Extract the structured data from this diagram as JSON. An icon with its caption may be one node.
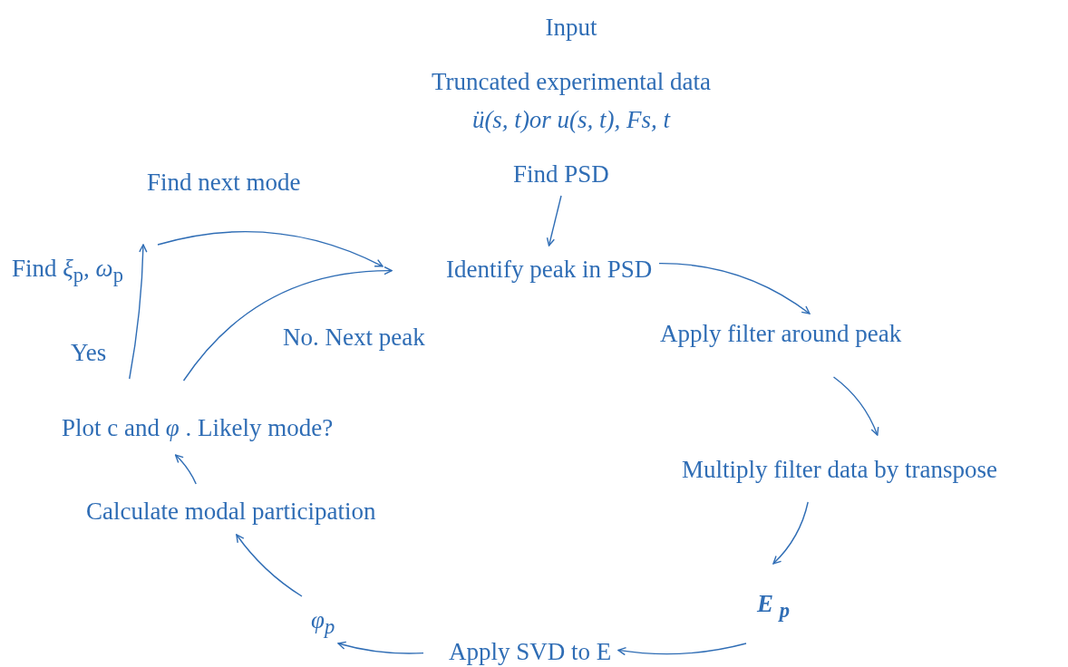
{
  "diagram": {
    "nodes": [
      {
        "text": [
          "Find PSD"
        ]
      },
      {
        "text": [
          "Identify peak in PSD"
        ]
      },
      {
        "text": [
          "Apply  filter around peak"
        ]
      },
      {
        "text": [
          "Multiply  filter data by transpose"
        ]
      },
      {
        "text": [
          "E $_{p}$"
        ]
      },
      {
        "text": [
          "Apply SVD  to E"
        ]
      },
      {
        "text": [
          "φ$_{p}$"
        ]
      },
      {
        "text": [
          "Calculate modal participation"
        ]
      },
      {
        "text": [
          "Plot c and *φ* . Likely mode?"
        ]
      },
      {
        "text": [
          "Find *ξ*$_{p}$, *ω*$_{p}$"
        ]
      }
    ],
    "edges": [
      {
        "from": 0,
        "to": 1,
        "arrow": "to"
      },
      {
        "from": 1,
        "to": 2,
        "arrow": "to"
      },
      {
        "from": 2,
        "to": 3,
        "arrow": "to"
      },
      {
        "from": 3,
        "to": 4,
        "arrow": "to"
      },
      {
        "from": 4,
        "to": 5,
        "arrow": "to"
      },
      {
        "from": 5,
        "to": 6,
        "arrow": "to"
      },
      {
        "from": 6,
        "to": 7,
        "arrow": "to"
      },
      {
        "from": 7,
        "to": 8,
        "arrow": "to"
      },
      {
        "from": 8,
        "to": 9,
        "arrow": "to",
        "label": "Yes"
      },
      {
        "from": 8,
        "to": 1,
        "arrow": "to",
        "label": "No. Next peak"
      },
      {
        "from": 9,
        "to": 1,
        "arrow": "to",
        "label": "Find next mode"
      }
    ],
    "labels": [
      "Input",
      "Truncated experimental data",
      "ü(s, t)or u(s, t), Fs, t"
    ]
  }
}
